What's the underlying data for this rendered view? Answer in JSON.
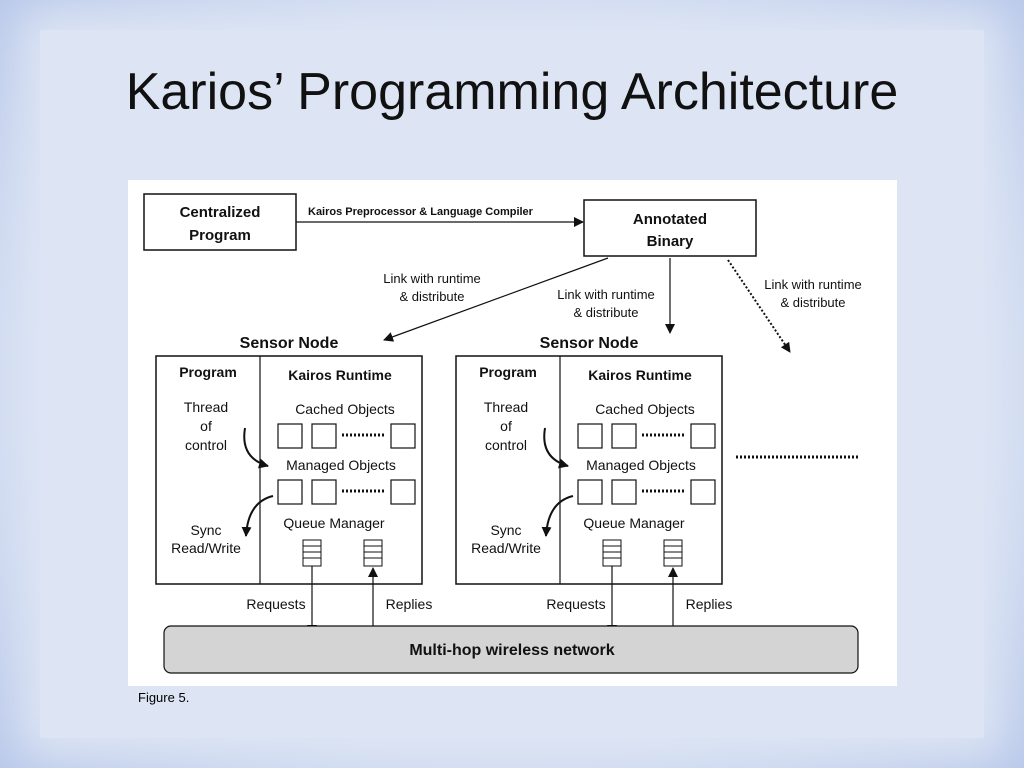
{
  "slide": {
    "title": "Karios’ Programming Architecture",
    "caption": "Figure 5."
  },
  "diagram": {
    "centralized_program": [
      "Centralized",
      "Program"
    ],
    "compiler_label": "Kairos Preprocessor & Language Compiler",
    "annotated_binary": [
      "Annotated",
      "Binary"
    ],
    "link_distribute": [
      "Link with runtime",
      "& distribute"
    ],
    "sensor_node": "Sensor Node",
    "program": "Program",
    "kairos_runtime": "Kairos Runtime",
    "thread_of_control": [
      "Thread",
      "of",
      "control"
    ],
    "cached_objects": "Cached Objects",
    "managed_objects": "Managed Objects",
    "queue_manager": "Queue Manager",
    "sync_read_write": [
      "Sync",
      "Read/Write"
    ],
    "requests": "Requests",
    "replies": "Replies",
    "network": "Multi-hop wireless network"
  }
}
